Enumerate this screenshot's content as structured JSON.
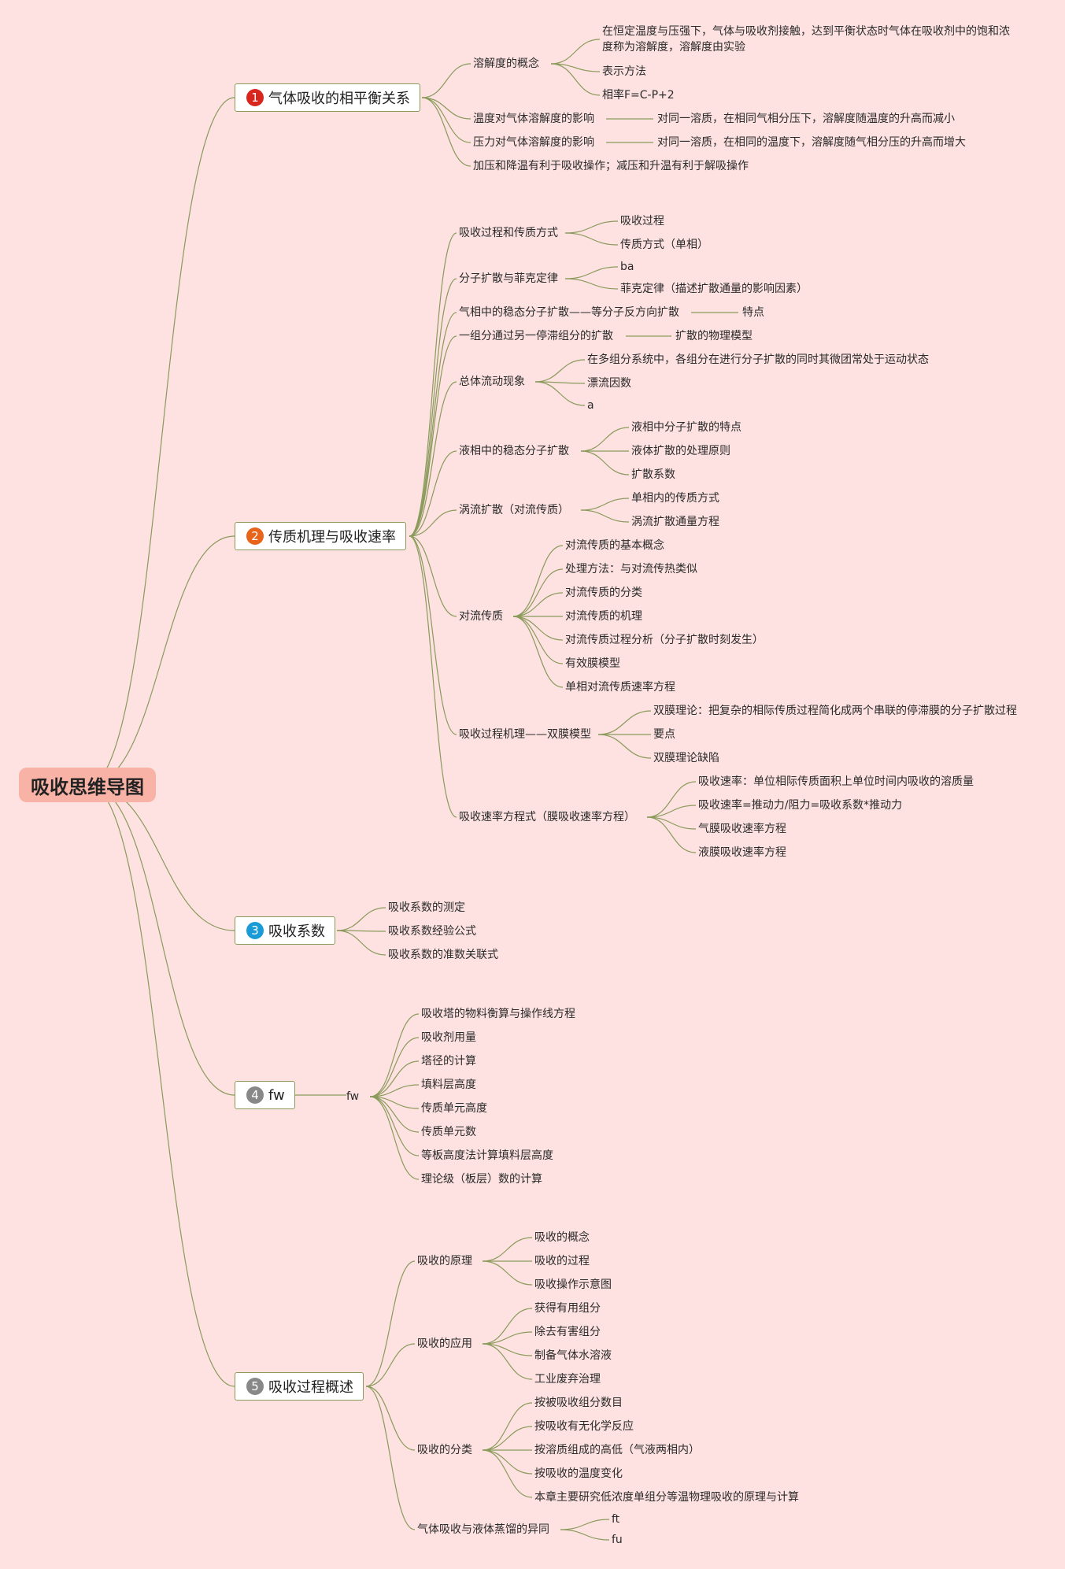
{
  "title": "吸收思维导图",
  "colors": {
    "background": "#fde2e1",
    "root": "#f9b3a6",
    "line": "#8a9a5b"
  },
  "branches": [
    {
      "number": "1",
      "label": "气体吸收的相平衡关系",
      "badge_color": "#d9261c",
      "children": [
        {
          "label": "溶解度的概念",
          "children": [
            {
              "label": "在恒定温度与压强下，气体与吸收剂接触，达到平衡状态时气体在吸收剂中的饱和浓度称为溶解度，溶解度由实验"
            },
            {
              "label": "表示方法"
            },
            {
              "label": "相率F=C-P+2"
            }
          ]
        },
        {
          "label": "温度对气体溶解度的影响",
          "children": [
            {
              "label": "对同一溶质，在相同气相分压下，溶解度随温度的升高而减小"
            }
          ]
        },
        {
          "label": "压力对气体溶解度的影响",
          "children": [
            {
              "label": "对同一溶质，在相同的温度下，溶解度随气相分压的升高而增大"
            }
          ]
        },
        {
          "label": "加压和降温有利于吸收操作；减压和升温有利于解吸操作"
        }
      ]
    },
    {
      "number": "2",
      "label": "传质机理与吸收速率",
      "badge_color": "#e8641a",
      "children": [
        {
          "label": "吸收过程和传质方式",
          "children": [
            {
              "label": "吸收过程"
            },
            {
              "label": "传质方式（单相）"
            }
          ]
        },
        {
          "label": "分子扩散与菲克定律",
          "children": [
            {
              "label": "ba"
            },
            {
              "label": "菲克定律（描述扩散通量的影响因素）"
            }
          ]
        },
        {
          "label": "气相中的稳态分子扩散——等分子反方向扩散",
          "children": [
            {
              "label": "特点"
            }
          ]
        },
        {
          "label": "一组分通过另一停滞组分的扩散",
          "children": [
            {
              "label": "扩散的物理模型"
            }
          ]
        },
        {
          "label": "总体流动现象",
          "children": [
            {
              "label": "在多组分系统中，各组分在进行分子扩散的同时其微团常处于运动状态"
            },
            {
              "label": "漂流因数"
            },
            {
              "label": "a"
            }
          ]
        },
        {
          "label": "液相中的稳态分子扩散",
          "children": [
            {
              "label": "液相中分子扩散的特点"
            },
            {
              "label": "液体扩散的处理原则"
            },
            {
              "label": "扩散系数"
            }
          ]
        },
        {
          "label": "涡流扩散（对流传质）",
          "children": [
            {
              "label": "单相内的传质方式"
            },
            {
              "label": "涡流扩散通量方程"
            }
          ]
        },
        {
          "label": "对流传质",
          "children": [
            {
              "label": "对流传质的基本概念"
            },
            {
              "label": "处理方法：与对流传热类似"
            },
            {
              "label": "对流传质的分类"
            },
            {
              "label": "对流传质的机理"
            },
            {
              "label": "对流传质过程分析（分子扩散时刻发生）"
            },
            {
              "label": "有效膜模型"
            },
            {
              "label": "单相对流传质速率方程"
            }
          ]
        },
        {
          "label": "吸收过程机理——双膜模型",
          "children": [
            {
              "label": "双膜理论：把复杂的相际传质过程简化成两个串联的停滞膜的分子扩散过程"
            },
            {
              "label": "要点"
            },
            {
              "label": "双膜理论缺陷"
            }
          ]
        },
        {
          "label": "吸收速率方程式（膜吸收速率方程）",
          "children": [
            {
              "label": "吸收速率：单位相际传质面积上单位时间内吸收的溶质量"
            },
            {
              "label": "吸收速率=推动力/阻力=吸收系数*推动力"
            },
            {
              "label": "气膜吸收速率方程"
            },
            {
              "label": "液膜吸收速率方程"
            }
          ]
        }
      ]
    },
    {
      "number": "3",
      "label": "吸收系数",
      "badge_color": "#1a9bd8",
      "children": [
        {
          "label": "吸收系数的测定"
        },
        {
          "label": "吸收系数经验公式"
        },
        {
          "label": "吸收系数的准数关联式"
        }
      ]
    },
    {
      "number": "4",
      "label": "fw",
      "badge_color": "#888888",
      "children": [
        {
          "label": "fw",
          "children": [
            {
              "label": "吸收塔的物料衡算与操作线方程"
            },
            {
              "label": "吸收剂用量"
            },
            {
              "label": "塔径的计算"
            },
            {
              "label": "填料层高度"
            },
            {
              "label": "传质单元高度"
            },
            {
              "label": "传质单元数"
            },
            {
              "label": "等板高度法计算填料层高度"
            },
            {
              "label": "理论级（板层）数的计算"
            }
          ]
        }
      ]
    },
    {
      "number": "5",
      "label": "吸收过程概述",
      "badge_color": "#888888",
      "children": [
        {
          "label": "吸收的原理",
          "children": [
            {
              "label": "吸收的概念"
            },
            {
              "label": "吸收的过程"
            },
            {
              "label": "吸收操作示意图"
            }
          ]
        },
        {
          "label": "吸收的应用",
          "children": [
            {
              "label": "获得有用组分"
            },
            {
              "label": "除去有害组分"
            },
            {
              "label": "制备气体水溶液"
            },
            {
              "label": "工业废弃治理"
            }
          ]
        },
        {
          "label": "吸收的分类",
          "children": [
            {
              "label": "按被吸收组分数目"
            },
            {
              "label": "按吸收有无化学反应"
            },
            {
              "label": "按溶质组成的高低（气液两相内）"
            },
            {
              "label": "按吸收的温度变化"
            },
            {
              "label": "本章主要研究低浓度单组分等温物理吸收的原理与计算"
            }
          ]
        },
        {
          "label": "气体吸收与液体蒸馏的异同",
          "children": [
            {
              "label": "ft"
            },
            {
              "label": "fu"
            }
          ]
        }
      ]
    }
  ]
}
